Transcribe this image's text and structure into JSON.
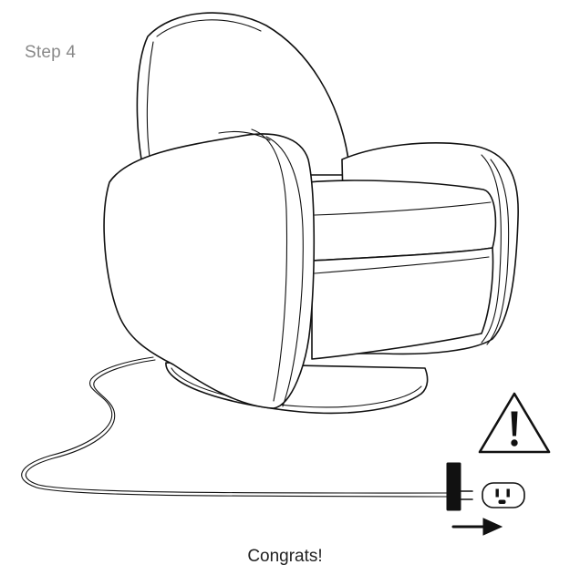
{
  "step": {
    "label": "Step 4"
  },
  "caption": {
    "text": "Congrats!"
  },
  "icons": {
    "chair": "swivel-glider-chair-illustration",
    "warning": "warning-triangle-icon",
    "plug": "power-plug-icon",
    "outlet": "wall-outlet-icon",
    "arrow": "right-arrow-icon"
  },
  "colors": {
    "line": "#111111",
    "step_text": "#8a8a8a",
    "caption_text": "#222222",
    "background": "#ffffff"
  }
}
